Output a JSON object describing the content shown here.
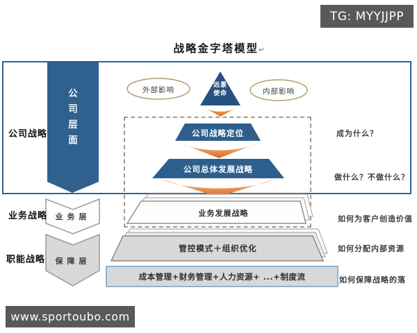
{
  "badges": {
    "tg": "TG: MYYJJPP",
    "site": "www.sportoubo.com"
  },
  "title": {
    "text": "战略金字塔模型",
    "mark": "↵"
  },
  "left_labels": {
    "corporate": "公司战略",
    "business": "业务战略",
    "functional": "职能战略"
  },
  "corporate_section": {
    "layer_band": "公司层面",
    "external_influence": "外部影响",
    "internal_influence": "内部影响",
    "vision_line1": "远景",
    "vision_line2": "使命",
    "positioning": "公司战略定位",
    "overall_strategy": "公司总体发展战略"
  },
  "business_section": {
    "layer_band": "业务层",
    "strategy": "业务发展战略"
  },
  "functional_section": {
    "layer_band": "保障层",
    "control": "管控模式＋组织优化",
    "systems": "成本管理+财务管理+人力资源+ ...+制度流"
  },
  "right_annotations": {
    "become": "成为什么？",
    "do_not_do": "做什么？不做什么？",
    "customer_value": "如何为客户创造价值",
    "resources": "如何分配内部资源",
    "guarantee": "如何保障战略的落"
  },
  "colors": {
    "primary_blue": "#2E5F8C",
    "box_border_blue": "#2E6191",
    "accent_orange": "#DB6A1E",
    "badge_gray": "#595959",
    "panel_gray": "#D8D8D8"
  }
}
